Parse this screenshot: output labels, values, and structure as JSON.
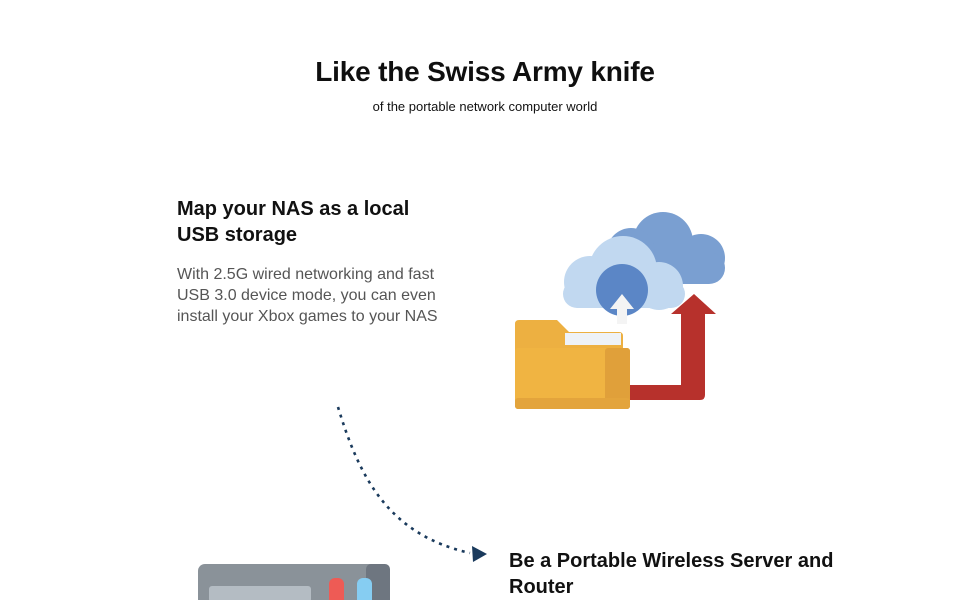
{
  "hero": {
    "title": "Like the Swiss Army knife",
    "subtitle": "of the portable network computer world"
  },
  "features": [
    {
      "title": "Map your NAS as a local USB storage",
      "description": "With 2.5G wired networking and fast USB 3.0 device mode, you can even install your Xbox games to your NAS",
      "icon": "cloud-upload-folder-icon"
    },
    {
      "title": "Be a Portable Wireless Server and Router",
      "icon": "server-device-icon"
    }
  ],
  "colors": {
    "folder": "#edb041",
    "folder_shadow": "#e0a03a",
    "cloud_back": "#7a9fd1",
    "cloud_front": "#c1d8f0",
    "cloud_circle": "#5b86c6",
    "arrow_red": "#b7312c",
    "connector": "#1a3a5c",
    "server_body": "#8a9299",
    "server_panel": "#b4bcc3",
    "server_red": "#ee5b55",
    "server_blue": "#86cdf2"
  }
}
